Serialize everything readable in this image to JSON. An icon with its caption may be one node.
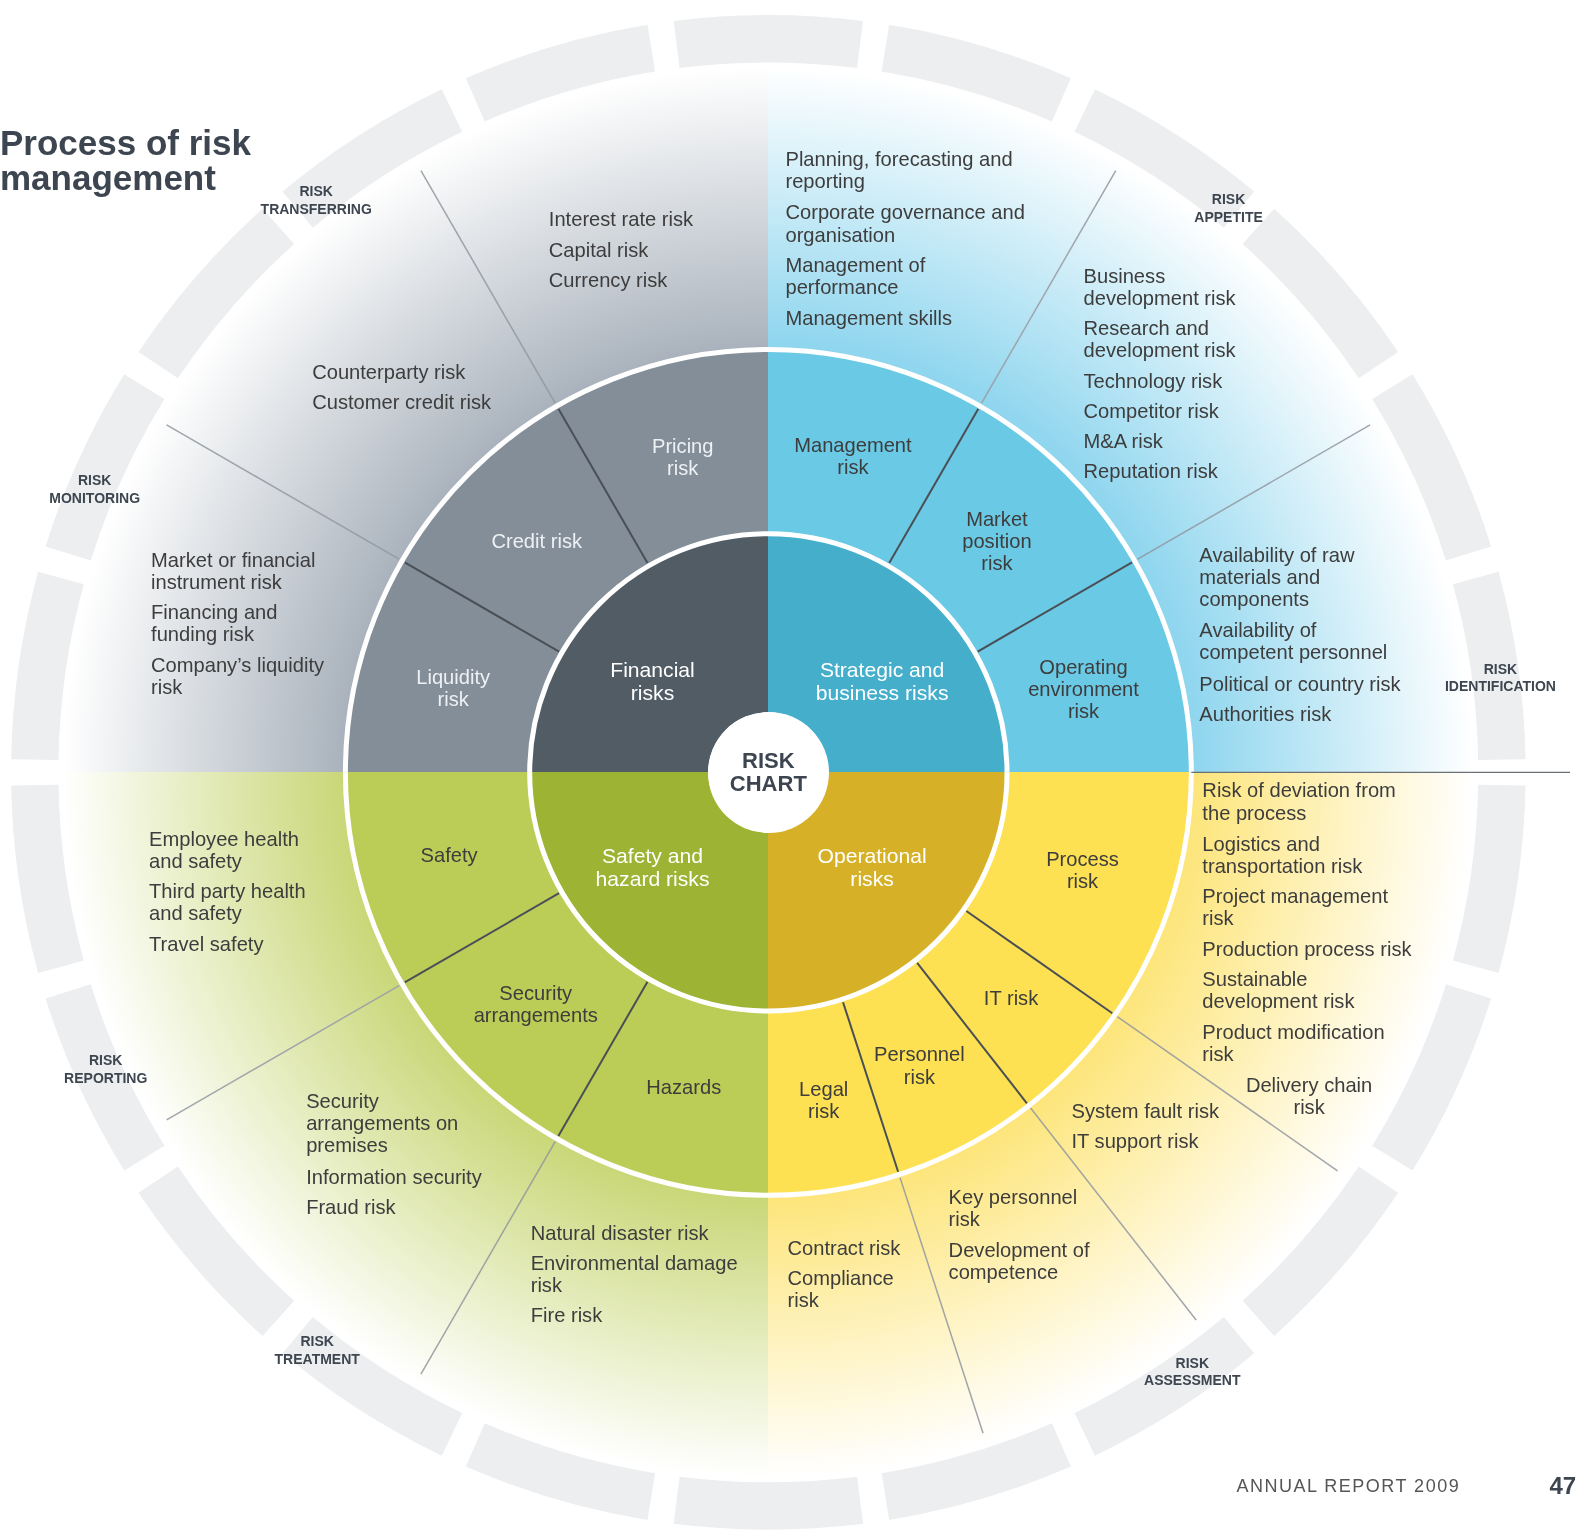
{
  "diagram": {
    "title": "Process of risk management",
    "nodes": [
      {
        "text": [
          "RISK CHART"
        ]
      },
      {
        "text": [
          "Financial risks"
        ]
      },
      {
        "text": [
          "Strategic and business risks"
        ]
      },
      {
        "text": [
          "Safety and hazard risks"
        ]
      },
      {
        "text": [
          "Operational risks"
        ]
      },
      {
        "text": [
          "Pricing risk"
        ]
      },
      {
        "text": [
          "Credit risk"
        ]
      },
      {
        "text": [
          "Liquidity risk"
        ]
      },
      {
        "text": [
          "Management risk"
        ]
      },
      {
        "text": [
          "Market position risk"
        ]
      },
      {
        "text": [
          "Operating environment risk"
        ]
      },
      {
        "text": [
          "Safety"
        ]
      },
      {
        "text": [
          "Security arrangements"
        ]
      },
      {
        "text": [
          "Hazards"
        ]
      },
      {
        "text": [
          "Process risk"
        ]
      },
      {
        "text": [
          "IT risk"
        ]
      },
      {
        "text": [
          "Personnel risk"
        ]
      },
      {
        "text": [
          "Legal risk"
        ]
      },
      {
        "text": [
          "Interest rate risk",
          "Capital risk",
          "Currency risk"
        ]
      },
      {
        "text": [
          "Counterparty risk",
          "Customer credit risk"
        ]
      },
      {
        "text": [
          "Market or financial instrument risk",
          "Financing and funding risk",
          "Company’s liquidity risk"
        ]
      },
      {
        "text": [
          "Planning, forecasting and reporting",
          "Corporate governance and organisation",
          "Management of performance",
          "Management skills"
        ]
      },
      {
        "text": [
          "Business development risk",
          "Research and development risk",
          "Technology risk",
          "Competitor risk",
          "M&A risk",
          "Reputation risk"
        ]
      },
      {
        "text": [
          "Availability of raw materials and components",
          "Availability of competent personnel",
          "Political or country risk",
          "Authorities risk"
        ]
      },
      {
        "text": [
          "Employee health and safety",
          "Third party health and safety",
          "Travel safety"
        ]
      },
      {
        "text": [
          "Security arrangements on premises",
          "Information security",
          "Fraud risk"
        ]
      },
      {
        "text": [
          "Natural disaster risk",
          "Environmental damage risk",
          "Fire risk"
        ]
      },
      {
        "text": [
          "Risk of deviation from the process",
          "Logistics and transportation risk",
          "Project management risk",
          "Production process risk",
          "Sustainable development risk",
          "Product modification risk",
          "Delivery chain risk"
        ]
      },
      {
        "text": [
          "System fault risk",
          "IT support risk"
        ]
      },
      {
        "text": [
          "Key personnel risk",
          "Development of competence"
        ]
      },
      {
        "text": [
          "Contract risk",
          "Compliance risk"
        ]
      }
    ],
    "labels": [
      "RISK TRANSFERRING",
      "RISK APPETITE",
      "RISK MONITORING",
      "RISK IDENTIFICATION",
      "RISK REPORTING",
      "RISK TREATMENT",
      "RISK ASSESSMENT",
      "ANNUAL REPORT 2009",
      "47"
    ]
  }
}
